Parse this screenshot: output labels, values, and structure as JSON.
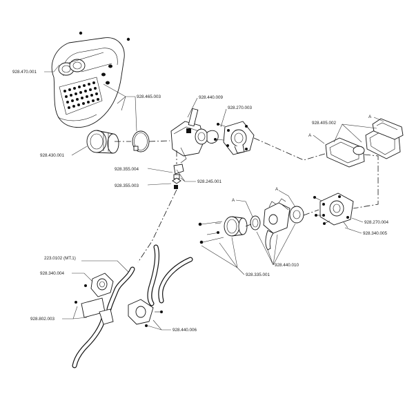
{
  "callouts": {
    "c_928_470_001": "928.470.001",
    "c_928_465_003": "928.465.003",
    "c_928_430_001": "928.430.001",
    "c_928_440_009": "928.440.009",
    "c_928_270_003": "928.270.003",
    "c_928_355_004": "928.355.004",
    "c_928_355_003": "928.355.003",
    "c_928_245_001": "928.245.001",
    "c_928_405_002": "928.405.002",
    "c_A1": "A",
    "c_A2": "A",
    "c_A3": "A",
    "c_A4": "A",
    "c_928_270_004": "928.270.004",
    "c_928_340_005": "928.340.005",
    "c_928_440_010": "928.440.010",
    "c_928_335_001": "928.335.001",
    "c_223_0102": "223.0102 (MT.1)",
    "c_928_340_004": "928.340.004",
    "c_928_802_003": "928.802.003",
    "c_928_440_006": "928.440.006"
  }
}
